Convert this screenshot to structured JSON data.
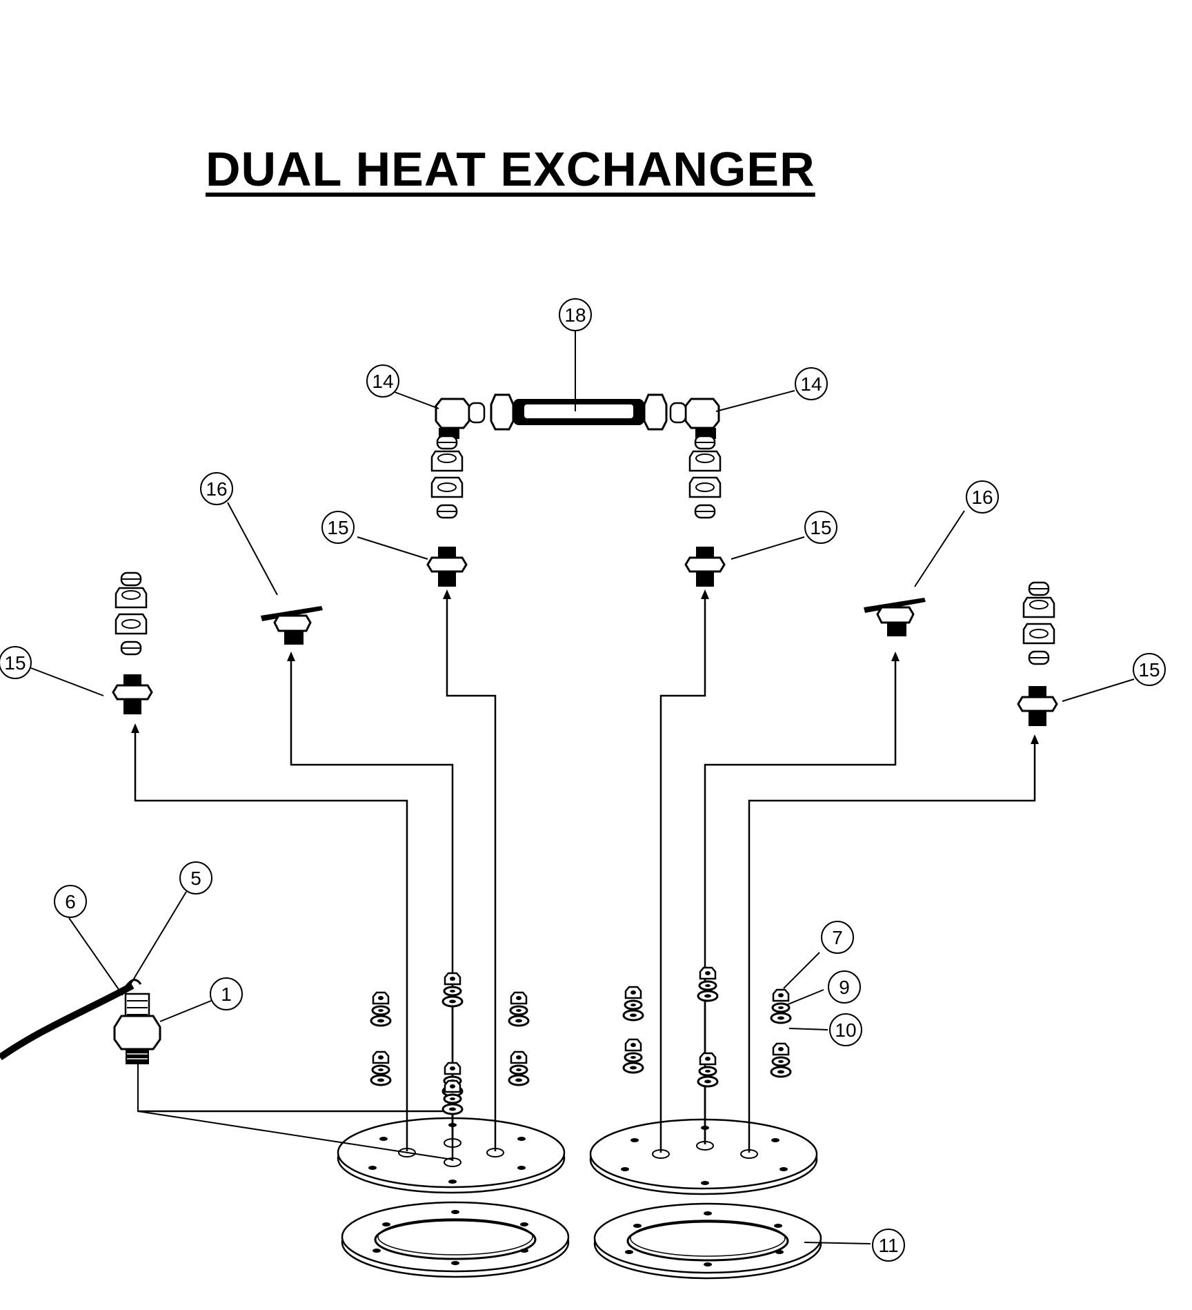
{
  "title": "DUAL HEAT EXCHANGER",
  "callouts": [
    "18",
    "14",
    "14",
    "16",
    "15",
    "15",
    "16",
    "15",
    "15",
    "5",
    "6",
    "1",
    "7",
    "9",
    "10",
    "11"
  ]
}
